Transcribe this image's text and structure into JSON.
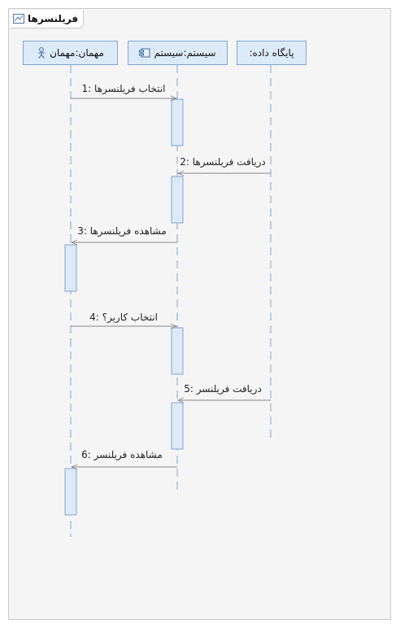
{
  "diagram": {
    "title": "فریلنسرها",
    "lifelines": [
      {
        "id": "guest",
        "label": "مهمان:مهمان",
        "icon": "actor-icon"
      },
      {
        "id": "system",
        "label": "سیستم:سیستم",
        "icon": "component-icon"
      },
      {
        "id": "database",
        "label": ":پایگاه داده",
        "icon": ""
      }
    ],
    "messages": [
      {
        "label": "1: انتخاب فریلنسرها",
        "from": "guest",
        "to": "system"
      },
      {
        "label": "2: دریافت فریلنسرها",
        "from": "database",
        "to": "system"
      },
      {
        "label": "3: مشاهده فریلنسرها",
        "from": "system",
        "to": "guest"
      },
      {
        "label": "4: انتخاب کاربر؟",
        "from": "guest",
        "to": "system"
      },
      {
        "label": "5: دریافت فریلنسر",
        "from": "database",
        "to": "system"
      },
      {
        "label": "6: مشاهده فریلنسر",
        "from": "system",
        "to": "guest"
      }
    ],
    "colors": {
      "lifeline_fill": "#ddeaf8",
      "lifeline_border": "#7fa8d1",
      "activation_fill": "#dde9f7",
      "message_line": "#888888",
      "frame_fill": "#f5f5f5"
    }
  }
}
